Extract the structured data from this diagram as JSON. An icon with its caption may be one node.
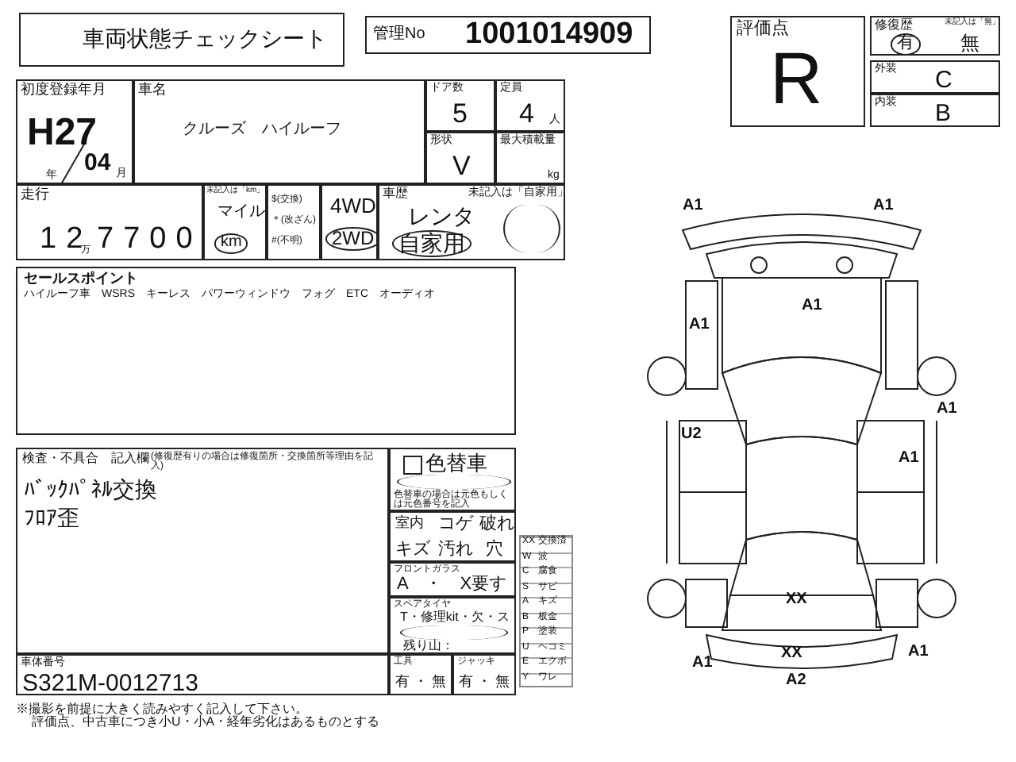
{
  "diagram": {
    "title": "車両状態チェックシート",
    "nodes": [
      {
        "text": [
          "管理No",
          "1001014909"
        ]
      },
      {
        "text": [
          "評価点",
          "R"
        ]
      },
      {
        "text": [
          "修復歴",
          "未記入は「無」",
          "有",
          "無"
        ]
      },
      {
        "text": [
          "外装",
          "C"
        ]
      },
      {
        "text": [
          "内装",
          "B"
        ]
      },
      {
        "text": [
          "初度登録年月",
          "H27",
          "年",
          "04",
          "月"
        ]
      },
      {
        "text": [
          "車名",
          "クルーズ　ハイルーフ"
        ]
      },
      {
        "text": [
          "ドア数",
          "5"
        ]
      },
      {
        "text": [
          "定員",
          "4",
          "人"
        ]
      },
      {
        "text": [
          "形状",
          "V"
        ]
      },
      {
        "text": [
          "最大積載量",
          "kg"
        ]
      },
      {
        "text": [
          "走行",
          "12",
          "万",
          "7700"
        ]
      },
      {
        "text": [
          "未記入は「km」",
          "マイル",
          "km"
        ]
      },
      {
        "text": [
          "$(交換)",
          "＊(改ざん)",
          "#(不明)"
        ]
      },
      {
        "text": [
          "4WD",
          "2WD"
        ]
      },
      {
        "text": [
          "車歴",
          "未記入は「自家用」",
          "レンタ",
          "自家用"
        ]
      },
      {
        "text": [
          "セールスポイント",
          "ハイルーフ車　WSRS　キーレス　パワーウィンドウ　フォグ　ETC　オーディオ"
        ]
      },
      {
        "text": [
          "検査・不具合　記入欄",
          "(修復歴有りの場合は修復箇所・交換箇所等理由を記入)",
          "ﾊﾞｯｸﾊﾟﾈﾙ交換",
          "ﾌﾛｱ歪"
        ]
      },
      {
        "text": [
          "色替車",
          "色替車の場合は元色もしくは元色番号を記入"
        ]
      },
      {
        "text": [
          "室内",
          "コゲ",
          "破れ",
          "キズ",
          "汚れ",
          "穴"
        ]
      },
      {
        "text": [
          "フロントガラス",
          "A　・　X要す"
        ]
      },
      {
        "text": [
          "スペアタイヤ",
          "T・修理kit・欠・ス",
          "残り山："
        ]
      },
      {
        "text": [
          "車体番号",
          "S321M-0012713"
        ]
      },
      {
        "text": [
          "工具",
          "有 ・ 無"
        ]
      },
      {
        "text": [
          "ジャッキ",
          "有 ・ 無"
        ]
      }
    ],
    "labels": [
      "A1",
      "A1",
      "A1",
      "A1",
      "A1",
      "U2",
      "A1",
      "XX",
      "XX",
      "A1",
      "A1",
      "A2",
      "XX",
      "交換済",
      "W",
      "波",
      "C",
      "腐食",
      "S",
      "サビ",
      "A",
      "キズ",
      "B",
      "板金",
      "P",
      "塗装",
      "U",
      "ヘコミ",
      "E",
      "エクボ",
      "Y",
      "ワレ",
      "※撮影を前提に大きく読みやすく記入して下さい。",
      "評価点、中古車につき小U・小A・経年劣化はあるものとする"
    ]
  }
}
